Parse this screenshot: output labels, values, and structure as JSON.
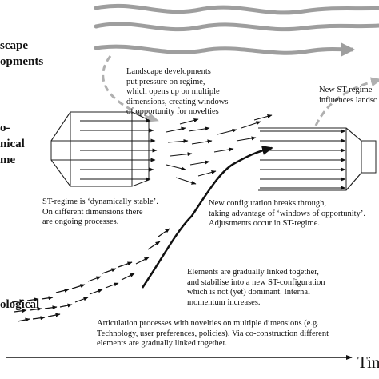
{
  "levels": {
    "landscape_1": "scape",
    "landscape_2": "opments",
    "regime_1": "o-",
    "regime_2": "nical",
    "regime_3": "me",
    "niche_1": "ological"
  },
  "axis": {
    "time_label": "Tim"
  },
  "annotations": {
    "landscape_pressure": [
      "Landscape developments",
      "put pressure on regime,",
      "which opens up on multiple",
      "dimensions, creating windows",
      "of opportunity for novelties"
    ],
    "new_regime": [
      "New  ST-regime",
      "influences landsc"
    ],
    "dynamically_stable": [
      "ST-regime  is ‘dynamically stable’.",
      "On different dimensions there",
      "are ongoing processes."
    ],
    "breakthrough": [
      "New configuration breaks through,",
      "taking advantage of ‘windows of opportunity’.",
      "Adjustments occur in ST-regime."
    ],
    "gradual_linking": [
      "Elements are gradually linked together,",
      "and stabilise into  a new ST-configuration",
      "which is not (yet) dominant.  Internal",
      "momentum  increases."
    ],
    "articulation": [
      "Articulation processes with novelties on multiple dimensions (e.g.",
      "Technology, user preferences, policies). Via co-construction different",
      "elements are gradually linked together."
    ]
  },
  "colors": {
    "landscape_arrow": "#9e9e9e",
    "dashed_arrow": "#b0b0b0",
    "ink": "#111111"
  }
}
